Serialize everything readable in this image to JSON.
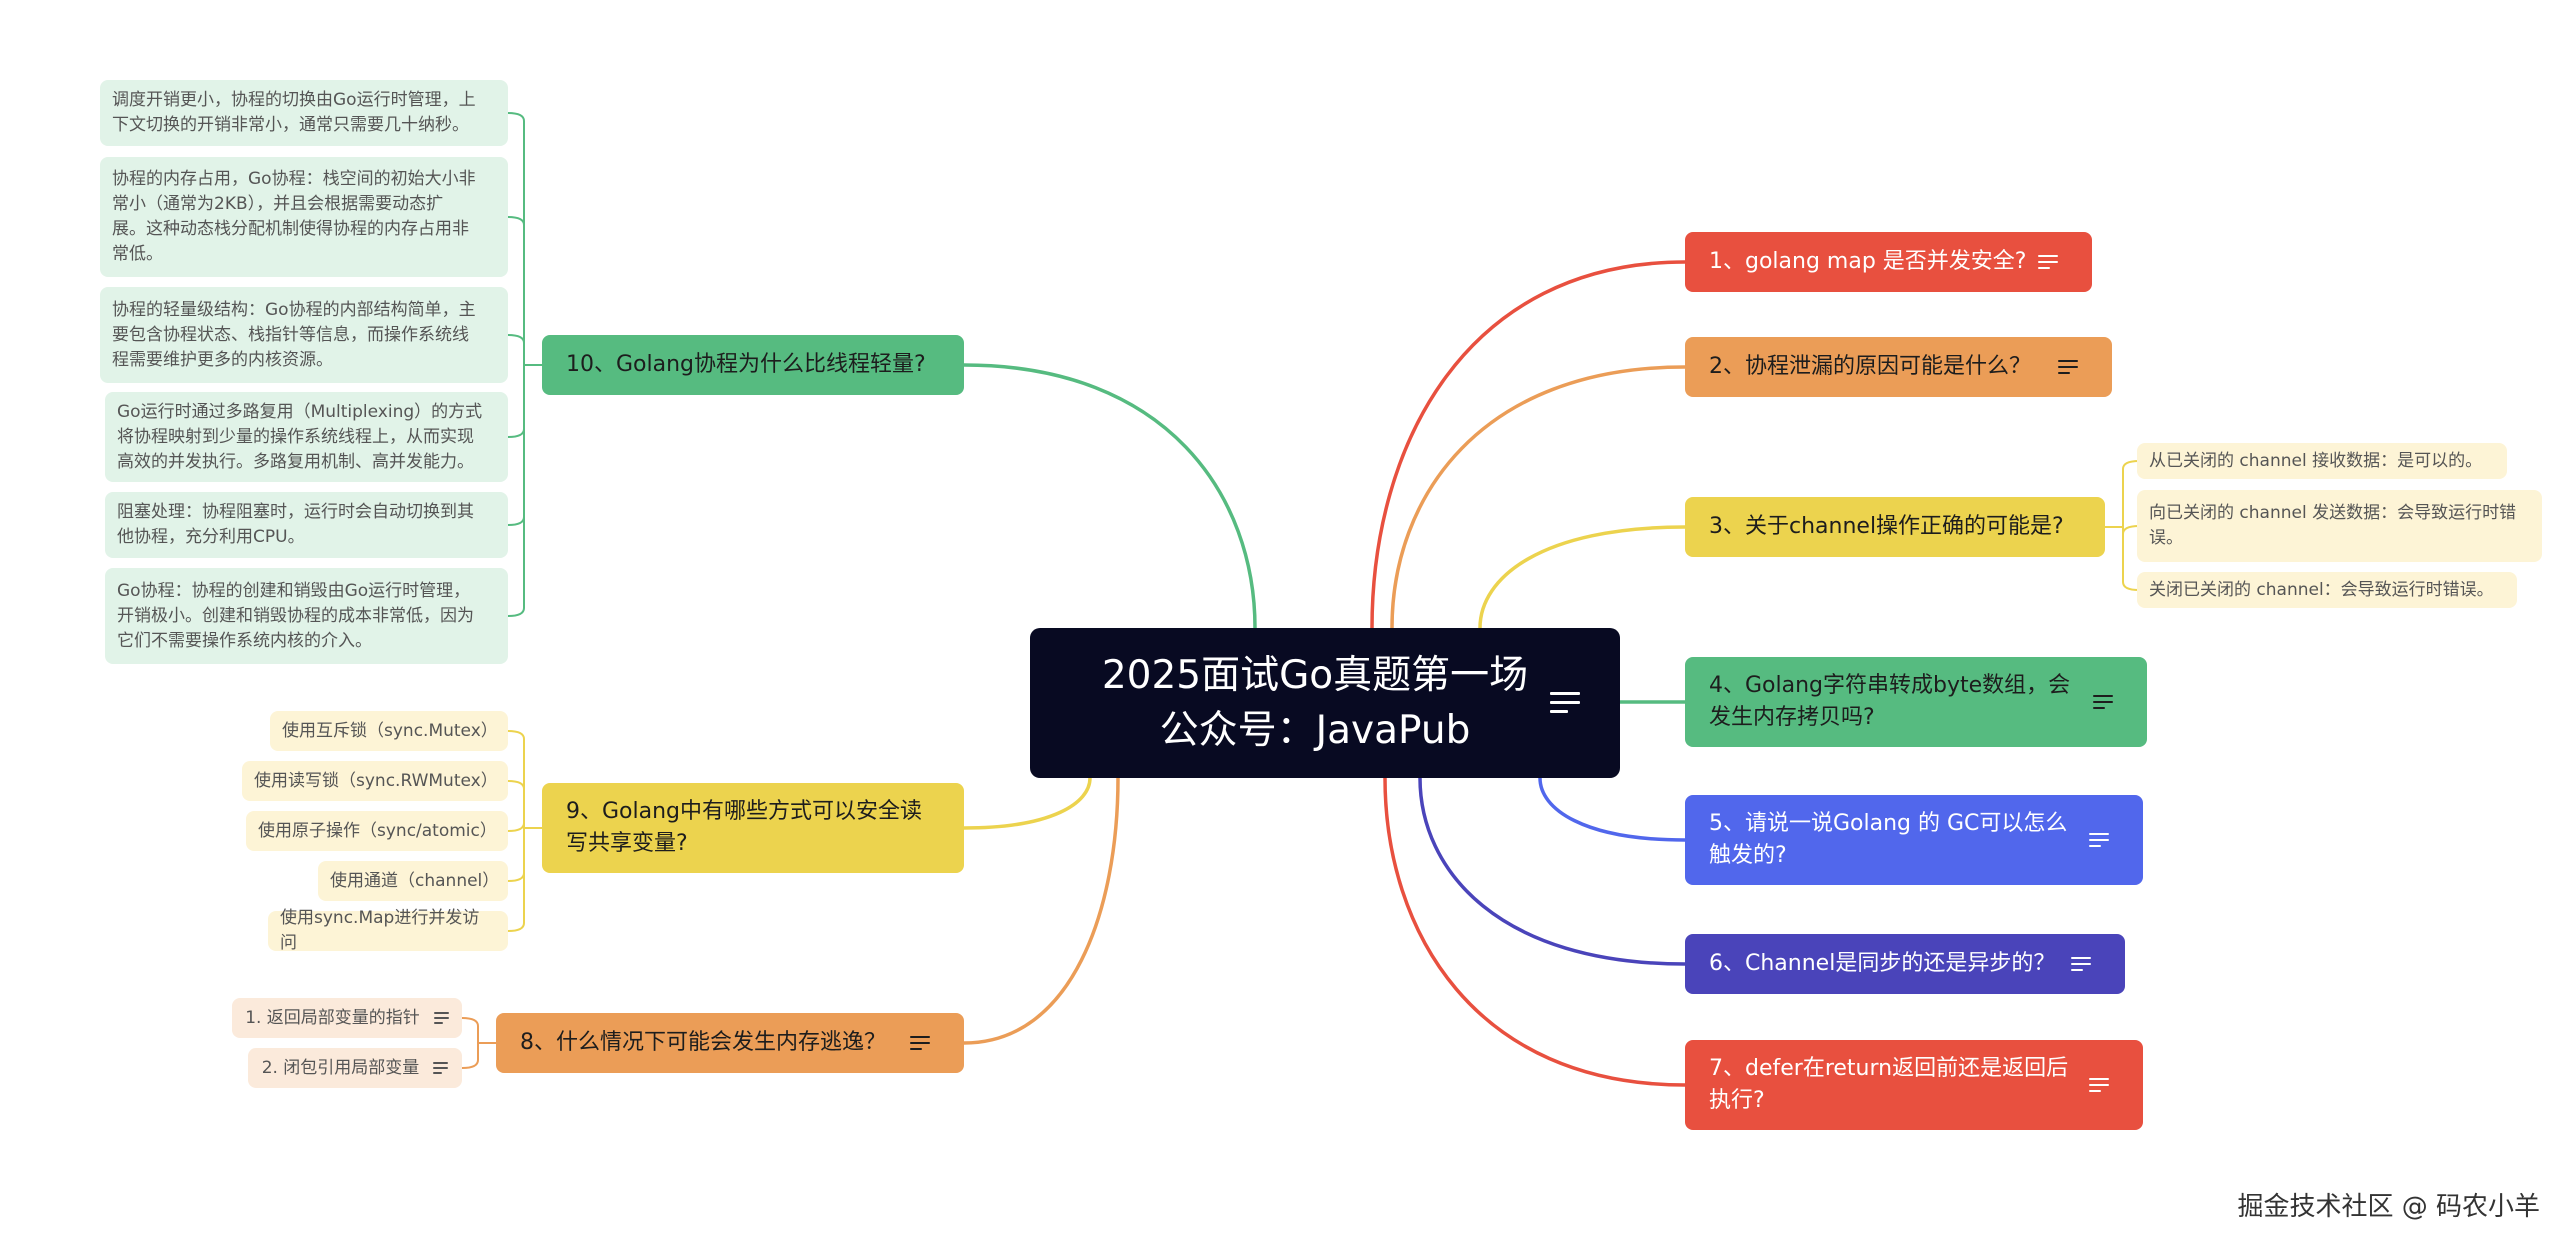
{
  "root": {
    "lines": [
      "2025面试Go真题第一场",
      "公众号：JavaPub"
    ],
    "icon": "notes-icon"
  },
  "colors": {
    "red": "#e8503f",
    "orange": "#eb9d57",
    "yellow": "#ecd34e",
    "green": "#56bb80",
    "blue": "#5167ec",
    "indigo": "#4a44ba",
    "root": "#080a22",
    "green_leaf": "#e1f3e8",
    "yellow_leaf": "#fdf4d6",
    "orange_leaf": "#fbeadb"
  },
  "right_branches": [
    {
      "label": "1、golang map 是否并发安全?",
      "color": "red",
      "has_notes": true
    },
    {
      "label": "2、协程泄漏的原因可能是什么？",
      "color": "orange",
      "has_notes": true
    },
    {
      "label": "3、关于channel操作正确的可能是?",
      "color": "yellow",
      "has_notes": false,
      "children": [
        "从已关闭的 channel 接收数据：是可以的。",
        "向已关闭的 channel 发送数据：会导致运行时错\n误。",
        "关闭已关闭的 channel：会导致运行时错误。"
      ]
    },
    {
      "label": "4、Golang字符串转成byte数组，会\n发生内存拷贝吗?",
      "color": "green",
      "has_notes": true
    },
    {
      "label": "5、请说一说Golang 的 GC可以怎么\n触发的?",
      "color": "blue",
      "has_notes": true
    },
    {
      "label": "6、Channel是同步的还是异步的？",
      "color": "indigo",
      "has_notes": true
    },
    {
      "label": "7、defer在return返回前还是返回后\n执行?",
      "color": "red",
      "has_notes": true
    }
  ],
  "left_branches": [
    {
      "label": "10、Golang协程为什么比线程轻量?",
      "color": "green",
      "has_notes": false,
      "children": [
        "调度开销更小，协程的切换由Go运行时管理，上\n下文切换的开销非常小，通常只需要几十纳秒。",
        "协程的内存占用，Go协程：栈空间的初始大小非\n常小（通常为2KB），并且会根据需要动态扩\n展。这种动态栈分配机制使得协程的内存占用非\n常低。",
        "协程的轻量级结构：Go协程的内部结构简单，主\n要包含协程状态、栈指针等信息，而操作系统线\n程需要维护更多的内核资源。",
        "Go运行时通过多路复用（Multiplexing）的方式\n将协程映射到少量的操作系统线程上，从而实现\n高效的并发执行。多路复用机制、高并发能力。",
        "阻塞处理：协程阻塞时，运行时会自动切换到其\n他协程，充分利用CPU。",
        "Go协程：协程的创建和销毁由Go运行时管理，\n开销极小。创建和销毁协程的成本非常低，因为\n它们不需要操作系统内核的介入。"
      ]
    },
    {
      "label": "9、Golang中有哪些方式可以安全读\n写共享变量?",
      "color": "yellow",
      "has_notes": false,
      "children": [
        "使用互斥锁（sync.Mutex）",
        "使用读写锁（sync.RWMutex）",
        "使用原子操作（sync/atomic）",
        "使用通道（channel）",
        "使用sync.Map进行并发访问"
      ]
    },
    {
      "label": "8、什么情况下可能会发生内存逃逸？",
      "color": "orange",
      "has_notes": true,
      "children": [
        "1. 返回局部变量的指针",
        "2. 闭包引用局部变量"
      ]
    }
  ],
  "watermark": "掘金技术社区 @ 码农小羊"
}
